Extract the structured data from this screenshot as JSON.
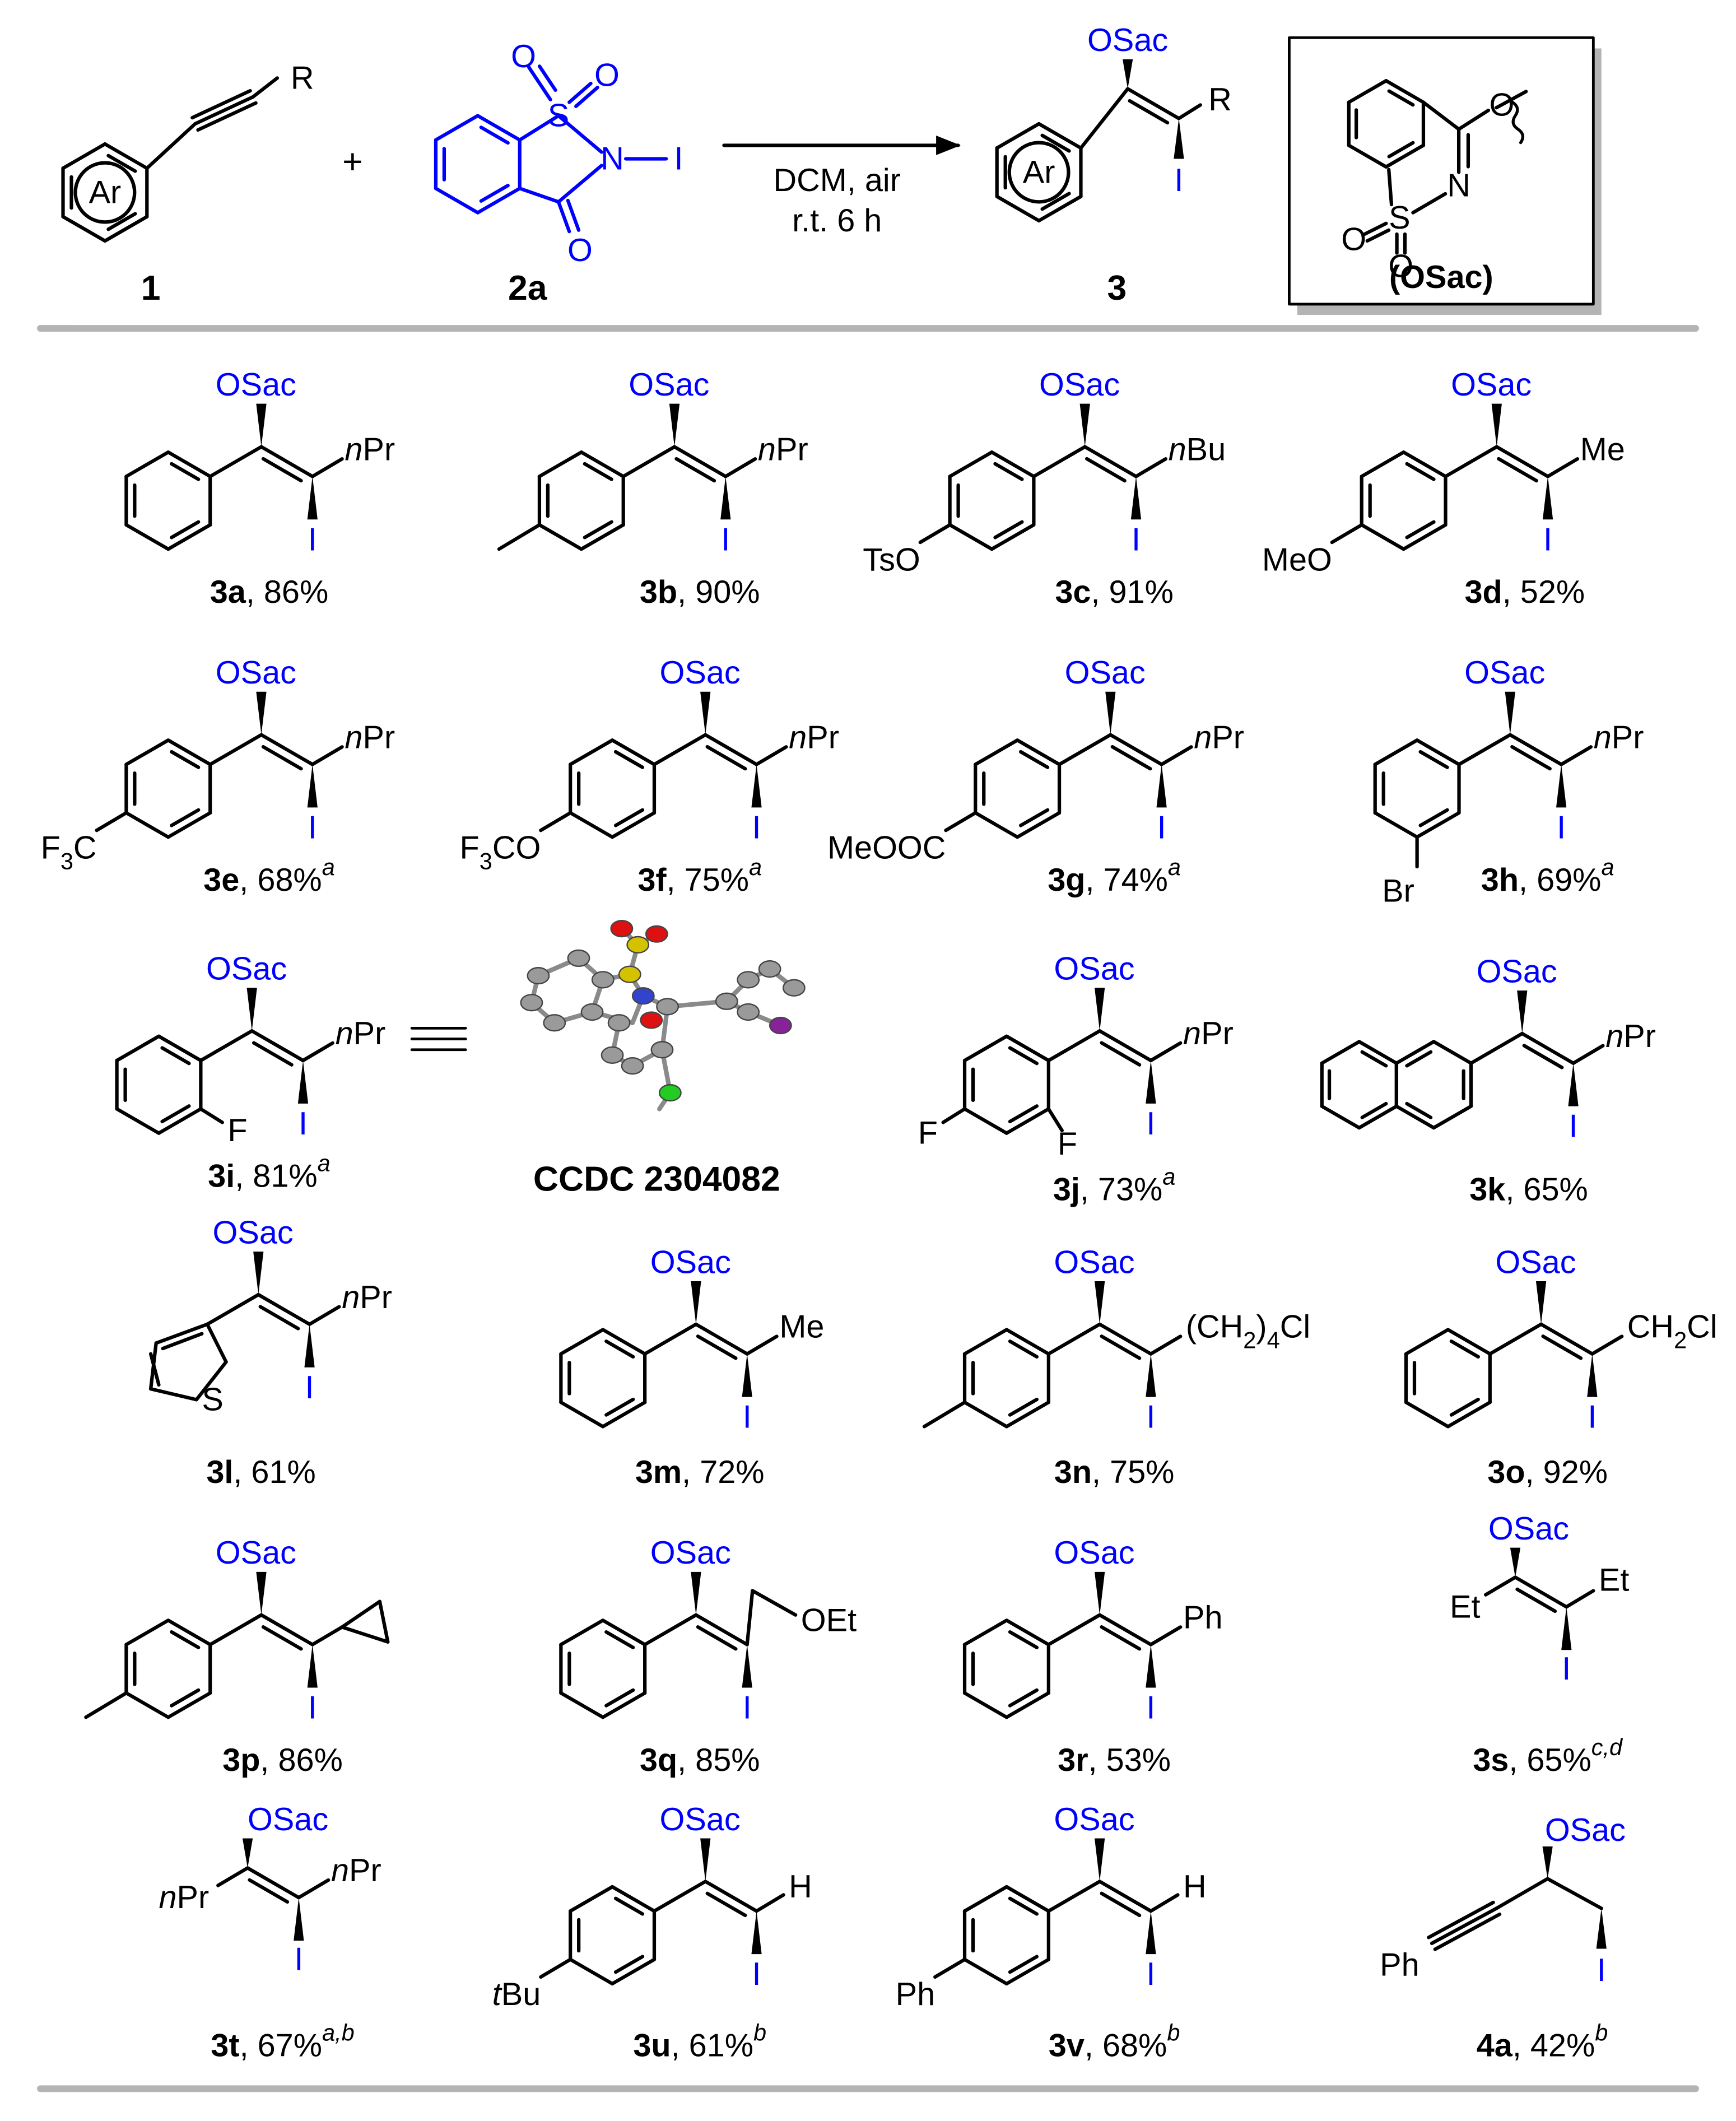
{
  "colors": {
    "reagent": "#0000ff",
    "bond": "#000000",
    "rule": "#b4b4b4",
    "crystal_O": "#dd1111",
    "crystal_S": "#d4c200",
    "crystal_N": "#3344cc",
    "crystal_I": "#882299",
    "crystal_F": "#22cc22",
    "crystal_C": "#9a9a9a"
  },
  "scheme": {
    "ar_label": "Ar",
    "r_label": "R",
    "plus": "+",
    "reagent": {
      "o_label": "O",
      "s_label": "S",
      "n_label": "N",
      "i_label": "I"
    },
    "conditions": [
      "DCM, air",
      "r.t. 6 h"
    ],
    "product": {
      "osac_label": "OSac",
      "r_label": "R",
      "i_label": "I"
    },
    "compound_labels": {
      "substrate": "1",
      "reagent": "2a",
      "product": "3"
    },
    "osac_box": {
      "o_label": "O",
      "s_label": "S",
      "n_label": "N",
      "caption": "(OSac)"
    }
  },
  "labels": {
    "OSac": "OSac",
    "I": "I",
    "nPr_n": "n",
    "nPr_Pr": "Pr",
    "nBu_Bu": "Bu",
    "Me": "Me",
    "TsO": "TsO",
    "MeO": "MeO",
    "F3C_F": "F",
    "F3C_3": "3",
    "F3C_C": "C",
    "F3CO_CO": "CO",
    "MeOOC": "MeOOC",
    "Br": "Br",
    "F": "F",
    "S": "S",
    "CH2_4Cl_open": "(CH",
    "CH2_4Cl_2": "2",
    "CH2_4Cl_close": ")",
    "CH2_4Cl_4": "4",
    "CH2_4Cl_Cl": "Cl",
    "CH2Cl_CH": "CH",
    "CH2Cl_2": "2",
    "CH2Cl_Cl": "Cl",
    "OEt": "OEt",
    "Ph": "Ph",
    "Et": "Et",
    "H": "H",
    "t": "t",
    "Bu": "Bu"
  },
  "ccdc_label": "CCDC  2304082",
  "compounds": [
    {
      "id": "3a",
      "yield": ", 86%",
      "note": ""
    },
    {
      "id": "3b",
      "yield": ", 90%",
      "note": ""
    },
    {
      "id": "3c",
      "yield": ", 91%",
      "note": ""
    },
    {
      "id": "3d",
      "yield": ", 52%",
      "note": ""
    },
    {
      "id": "3e",
      "yield": ", 68%",
      "note": "a"
    },
    {
      "id": "3f",
      "yield": ", 75%",
      "note": "a"
    },
    {
      "id": "3g",
      "yield": ", 74%",
      "note": "a"
    },
    {
      "id": "3h",
      "yield": ", 69%",
      "note": "a"
    },
    {
      "id": "3i",
      "yield": ", 81%",
      "note": "a"
    },
    {
      "id": "3j",
      "yield": ", 73%",
      "note": "a"
    },
    {
      "id": "3k",
      "yield": ", 65%",
      "note": ""
    },
    {
      "id": "3l",
      "yield": ", 61%",
      "note": ""
    },
    {
      "id": "3m",
      "yield": ", 72%",
      "note": ""
    },
    {
      "id": "3n",
      "yield": ", 75%",
      "note": ""
    },
    {
      "id": "3o",
      "yield": ", 92%",
      "note": ""
    },
    {
      "id": "3p",
      "yield": ", 86%",
      "note": ""
    },
    {
      "id": "3q",
      "yield": ", 85%",
      "note": ""
    },
    {
      "id": "3r",
      "yield": ", 53%",
      "note": ""
    },
    {
      "id": "3s",
      "yield": ", 65%",
      "note": "c,d"
    },
    {
      "id": "3t",
      "yield": ", 67%",
      "note": "a,b"
    },
    {
      "id": "3u",
      "yield": ", 61%",
      "note": "b"
    },
    {
      "id": "3v",
      "yield": ", 68%",
      "note": "b"
    },
    {
      "id": "4a",
      "yield": ", 42%",
      "note": "b"
    }
  ]
}
